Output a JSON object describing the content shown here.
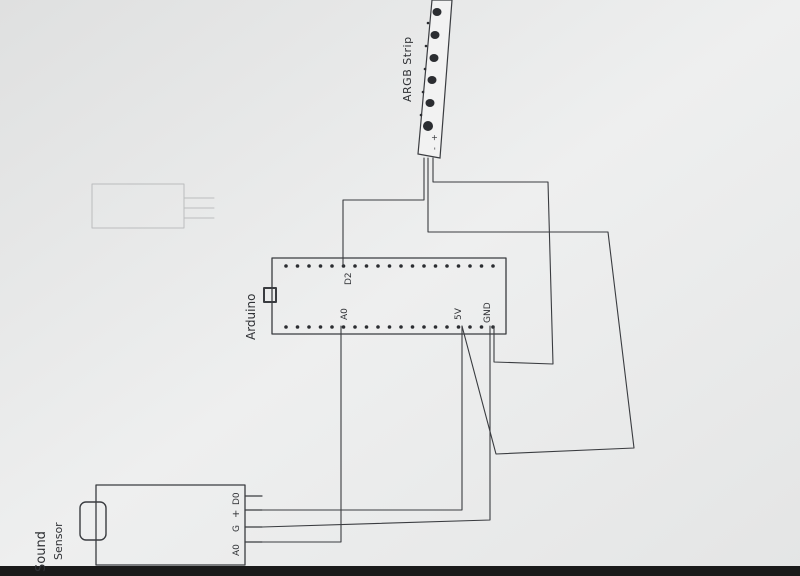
{
  "paper": {
    "background_color": "#e9eaea",
    "ink_color": "#3a3c40"
  },
  "components": {
    "strip": {
      "label": "ARGB Strip",
      "pin_marks": [
        "-",
        "+"
      ]
    },
    "arduino": {
      "label": "Arduino",
      "pin_labels": {
        "d2": "D2",
        "a0": "A0",
        "v5": "5V",
        "gnd": "GND"
      }
    },
    "sensor": {
      "label_line1": "Sound",
      "label_line2": "Sensor",
      "pin_labels": {
        "ao": "A0",
        "g": "G",
        "plus": "+",
        "do": "D0"
      }
    }
  }
}
